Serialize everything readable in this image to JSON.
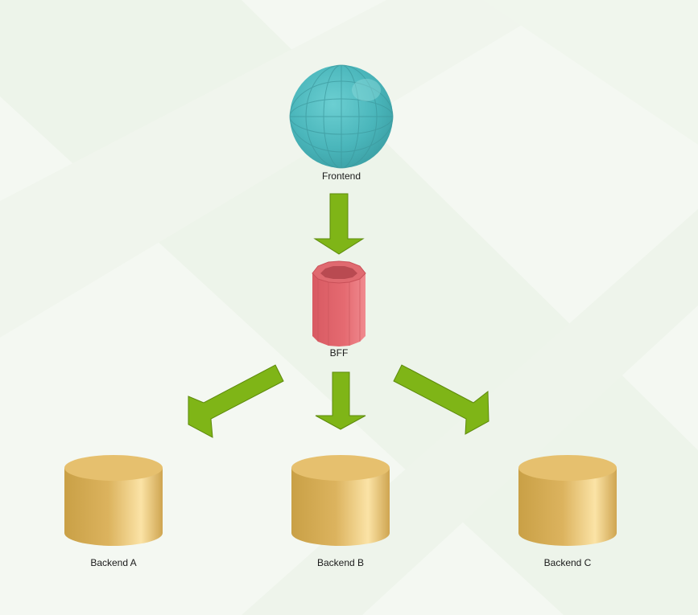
{
  "diagram": {
    "type": "architecture",
    "nodes": [
      {
        "id": "frontend",
        "label": "Frontend",
        "shape": "sphere",
        "color": "#4fb8bd"
      },
      {
        "id": "bff",
        "label": "BFF",
        "shape": "octagonal-cylinder",
        "color": "#e0636b"
      },
      {
        "id": "backend_a",
        "label": "Backend A",
        "shape": "cylinder",
        "color": "#e3b35a"
      },
      {
        "id": "backend_b",
        "label": "Backend B",
        "shape": "cylinder",
        "color": "#e3b35a"
      },
      {
        "id": "backend_c",
        "label": "Backend C",
        "shape": "cylinder",
        "color": "#e3b35a"
      }
    ],
    "edges": [
      {
        "from": "frontend",
        "to": "bff"
      },
      {
        "from": "bff",
        "to": "backend_a"
      },
      {
        "from": "bff",
        "to": "backend_b"
      },
      {
        "from": "bff",
        "to": "backend_c"
      }
    ],
    "arrow_color": "#7fb517",
    "background_color": "#f4f8f2"
  }
}
